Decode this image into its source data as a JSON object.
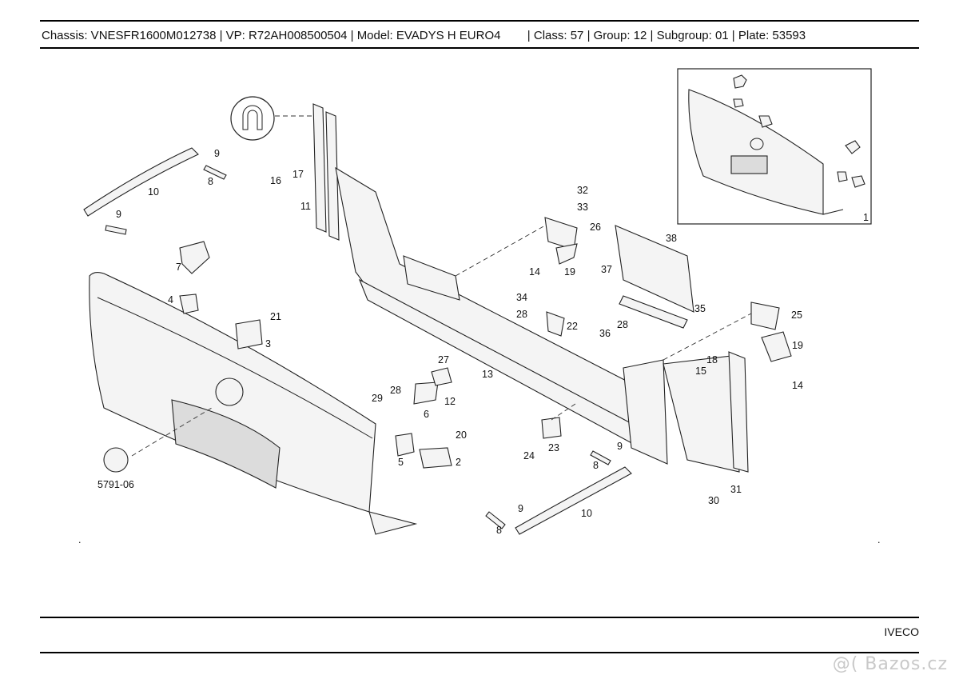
{
  "header": {
    "text": "Chassis: VNESFR1600M012738 | VP: R72AH008500504 | Model: EVADYS H EURO4        | Class: 57 | Group: 12 | Subgroup: 01 | Plate: 53593"
  },
  "diagram": {
    "callouts": [
      "1",
      "2",
      "3",
      "4",
      "5",
      "6",
      "7",
      "8",
      "8",
      "8",
      "9",
      "9",
      "9",
      "9",
      "10",
      "10",
      "11",
      "12",
      "13",
      "14",
      "14",
      "15",
      "16",
      "17",
      "18",
      "19",
      "19",
      "20",
      "21",
      "22",
      "23",
      "24",
      "25",
      "26",
      "27",
      "28",
      "28",
      "28",
      "29",
      "30",
      "31",
      "32",
      "33",
      "34",
      "35",
      "36",
      "37",
      "38",
      "5791-06"
    ]
  },
  "footer": {
    "brand": "IVECO"
  },
  "watermark": {
    "text": "@( Bazos.cz"
  }
}
